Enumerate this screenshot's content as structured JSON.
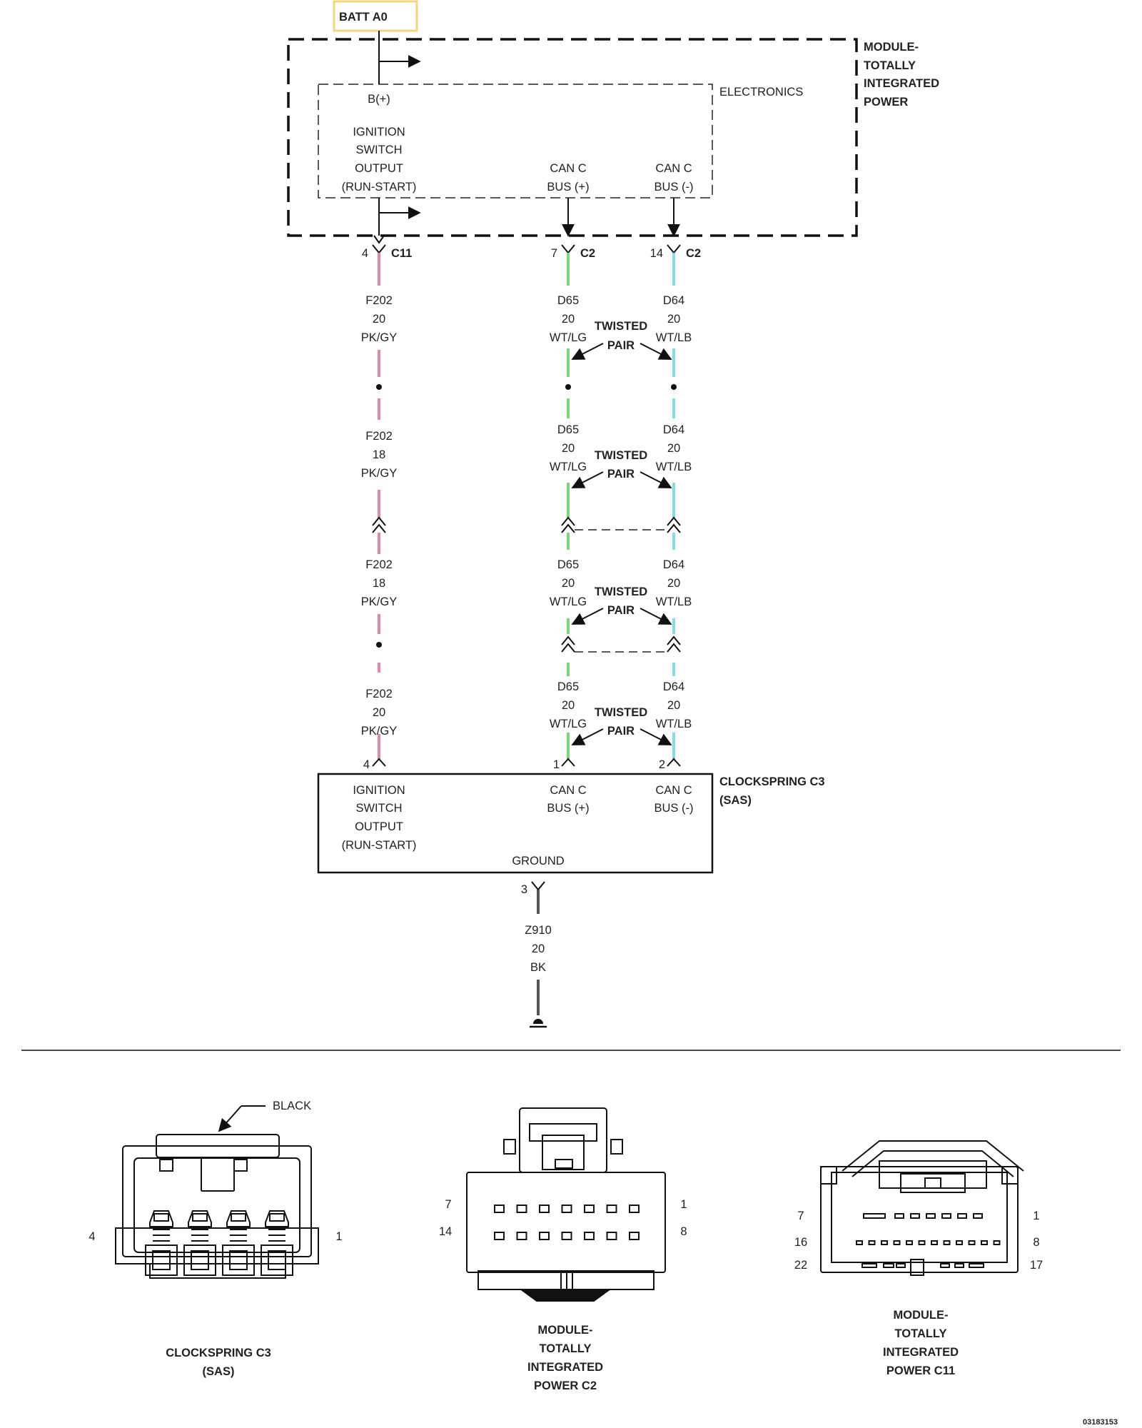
{
  "colors": {
    "pk_gy": "#e8869f",
    "wt_lg": "#7fd67a",
    "wt_lb": "#86dde3",
    "bk": "#555555",
    "batt_border": "#f2d57c"
  },
  "batt": {
    "label": "BATT A0"
  },
  "module": {
    "title": [
      "MODULE-",
      "TOTALLY",
      "INTEGRATED",
      "POWER"
    ],
    "electronics": "ELECTRONICS",
    "bplus": "B(+)",
    "ign_output": [
      "IGNITION",
      "SWITCH",
      "OUTPUT",
      "(RUN-START)"
    ],
    "can_pos": [
      "CAN C",
      "BUS (+)"
    ],
    "can_neg": [
      "CAN C",
      "BUS (-)"
    ]
  },
  "pins_top": {
    "ign": {
      "pin": "4",
      "conn": "C11"
    },
    "can_pos": {
      "pin": "7",
      "conn": "C2"
    },
    "can_neg": {
      "pin": "14",
      "conn": "C2"
    }
  },
  "wires": {
    "f202": [
      [
        "F202",
        "20",
        "PK/GY"
      ],
      [
        "F202",
        "18",
        "PK/GY"
      ],
      [
        "F202",
        "18",
        "PK/GY"
      ],
      [
        "F202",
        "20",
        "PK/GY"
      ]
    ],
    "d65": [
      [
        "D65",
        "20",
        "WT/LG"
      ],
      [
        "D65",
        "20",
        "WT/LG"
      ],
      [
        "D65",
        "20",
        "WT/LG"
      ],
      [
        "D65",
        "20",
        "WT/LG"
      ]
    ],
    "d64": [
      [
        "D64",
        "20",
        "WT/LB"
      ],
      [
        "D64",
        "20",
        "WT/LB"
      ],
      [
        "D64",
        "20",
        "WT/LB"
      ],
      [
        "D64",
        "20",
        "WT/LB"
      ]
    ],
    "twisted": [
      "TWISTED",
      "PAIR"
    ]
  },
  "pins_bottom": {
    "ign": "4",
    "can_pos": "1",
    "can_neg": "2"
  },
  "clockspring": {
    "title": [
      "CLOCKSPRING C3",
      "(SAS)"
    ],
    "ign_output": [
      "IGNITION",
      "SWITCH",
      "OUTPUT",
      "(RUN-START)"
    ],
    "can_pos": [
      "CAN C",
      "BUS (+)"
    ],
    "can_neg": [
      "CAN C",
      "BUS (-)"
    ],
    "ground": "GROUND"
  },
  "ground_wire": {
    "pin": "3",
    "lines": [
      "Z910",
      "20",
      "BK"
    ]
  },
  "connectors": {
    "c3": {
      "callout": "BLACK",
      "pin_left": "4",
      "pin_right": "1",
      "caption": [
        "CLOCKSPRING C3",
        "(SAS)"
      ]
    },
    "c2": {
      "pins_left": [
        "7",
        "14"
      ],
      "pins_right": [
        "1",
        "8"
      ],
      "caption": [
        "MODULE-",
        "TOTALLY",
        "INTEGRATED",
        "POWER C2"
      ]
    },
    "c11": {
      "pins_left": [
        "7",
        "16",
        "22"
      ],
      "pins_right": [
        "1",
        "8",
        "17"
      ],
      "caption": [
        "MODULE-",
        "TOTALLY",
        "INTEGRATED",
        "POWER C11"
      ]
    }
  },
  "doc_id": "03183153"
}
